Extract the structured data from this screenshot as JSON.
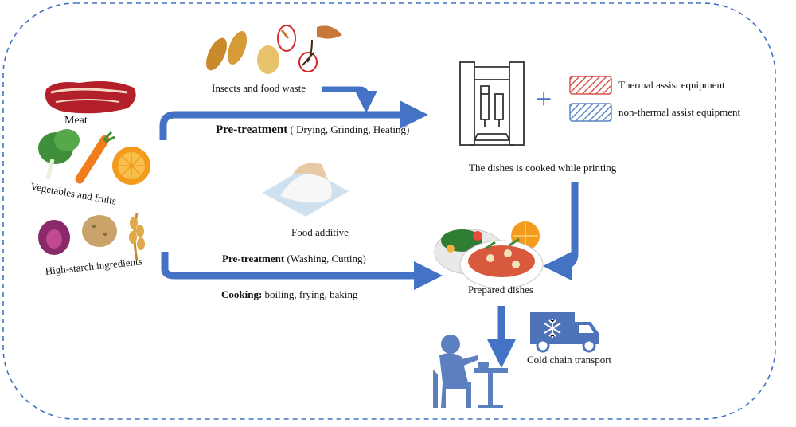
{
  "ingredients": {
    "meat": "Meat",
    "veg": "Vegetables and fruits",
    "starch": "High-starch ingredients",
    "insects": "Insects and food waste",
    "additive": "Food additive"
  },
  "process_top": {
    "label_bold": "Pre-treatment",
    "label_rest": " ( Drying, Grinding, Heating)"
  },
  "process_bottom": {
    "label_bold": "Pre-treatment",
    "label_rest": " (Washing, Cutting)",
    "cooking_bold": "Cooking:",
    "cooking_rest": " boiling, frying, baking"
  },
  "printer": {
    "caption": "The dishes is cooked while printing",
    "plus": "+"
  },
  "legend": {
    "thermal": "Thermal assist equipment",
    "nonthermal": "non-thermal assist equipment",
    "thermal_color": "#d9534f",
    "nonthermal_color": "#5b84c4"
  },
  "output": {
    "prepared": "Prepared dishes",
    "transport": "Cold chain transport"
  },
  "colors": {
    "arrow": "#4472c4",
    "border": "#4472c4",
    "icon": "#5b7fbf"
  }
}
